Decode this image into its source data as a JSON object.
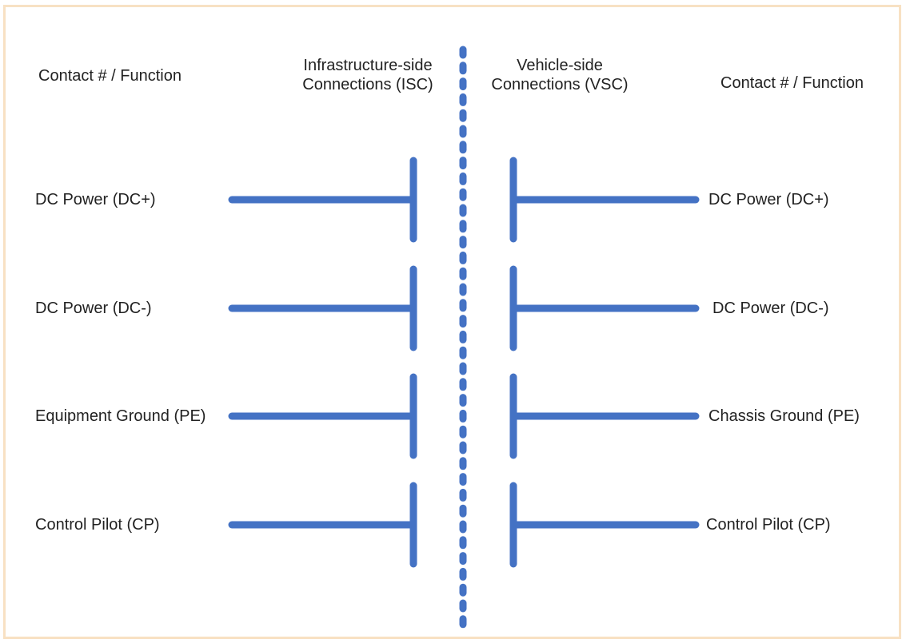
{
  "colors": {
    "line": "#4472c4",
    "border": "#f8e1c3",
    "text": "#222222"
  },
  "headers": {
    "left_function": "Contact # / Function",
    "isc_line1": "Infrastructure-side",
    "isc_line2": "Connections (ISC)",
    "vsc_line1": "Vehicle-side",
    "vsc_line2": "Connections (VSC)",
    "right_function": "Contact # / Function"
  },
  "contacts": [
    {
      "isc": "DC Power (DC+)",
      "vsc": "DC Power (DC+)"
    },
    {
      "isc": "DC Power (DC-)",
      "vsc": "DC Power (DC-)"
    },
    {
      "isc": "Equipment Ground (PE)",
      "vsc": "Chassis Ground (PE)"
    },
    {
      "isc": "Control Pilot (CP)",
      "vsc": "Control Pilot (CP)"
    }
  ]
}
